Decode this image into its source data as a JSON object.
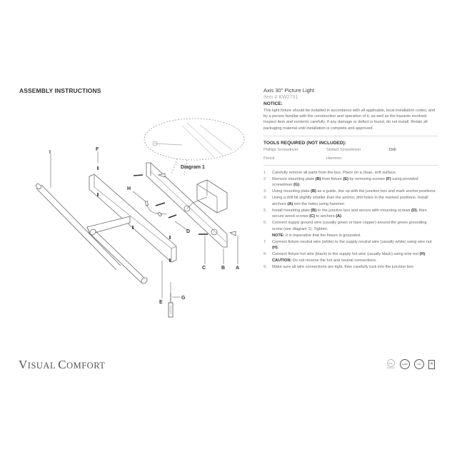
{
  "document": {
    "section_heading": "ASSEMBLY INSTRUCTIONS",
    "product_title": "Axis 30\" Picture Light",
    "item_number": "Item # KW2731",
    "brand_logo": "Visual Comfort",
    "brand_logo_first": "V",
    "brand_logo_first_rest": "ISUAL ",
    "brand_logo_second": "C",
    "brand_logo_second_rest": "OMFORT"
  },
  "notice": {
    "label": "NOTICE:",
    "body": "This light fixture should be installed in accordance with all applicable, local installation codes, and by a person familiar with the construction and operation of it, as well as the hazards involved. Inspect item and contents carefully. If any damage or defect is found, do not install. Retain all packaging material until installation is complete and approved."
  },
  "tools": {
    "heading": "TOOLS REQUIRED (NOT INCLUDED):",
    "items": [
      "Phillips Screwdriver",
      "Slotted Screwdriver",
      "Drill",
      "Pencil",
      "Hammer"
    ]
  },
  "steps": [
    {
      "num": "1.",
      "parts": [
        {
          "t": "Carefully remove all parts from the box. Place on a clean, soft surface."
        }
      ]
    },
    {
      "num": "2.",
      "parts": [
        {
          "t": "Remove mounting plate "
        },
        {
          "b": "(B)"
        },
        {
          "t": " from fixture "
        },
        {
          "b": "(E)"
        },
        {
          "t": " by removing screws "
        },
        {
          "b": "(F)"
        },
        {
          "t": " using provided screwdriver "
        },
        {
          "b": "(G)"
        },
        {
          "t": "."
        }
      ]
    },
    {
      "num": "3.",
      "parts": [
        {
          "t": "Using mounting plate "
        },
        {
          "b": "(B)"
        },
        {
          "t": " as a guide, line up with the junction box and mark anchor positions."
        }
      ]
    },
    {
      "num": "4.",
      "parts": [
        {
          "t": "Using a drill bit slightly smaller than the anchor, drill holes in the marked positions. Install anchors "
        },
        {
          "b": "(A)"
        },
        {
          "t": " into the holes using hammer."
        }
      ]
    },
    {
      "num": "5.",
      "parts": [
        {
          "t": "Install mounting plate "
        },
        {
          "b": "(B)"
        },
        {
          "t": " to the junction box and secure with mounting screws "
        },
        {
          "b": "(D)"
        },
        {
          "t": ", then secure wood screws "
        },
        {
          "b": "(C)"
        },
        {
          "t": " to anchors "
        },
        {
          "b": "(A)"
        },
        {
          "t": "."
        }
      ]
    },
    {
      "num": "6.",
      "parts": [
        {
          "t": "Connect supply ground wire (usually green or bare copper) around the green grounding screw (see diagram 1). Tighten."
        }
      ],
      "note": {
        "label": "NOTE:",
        "text": " It is imperative that the fixture is grounded."
      }
    },
    {
      "num": "7.",
      "parts": [
        {
          "t": "Connect fixture neutral wire (white) to the supply neutral wire (usually white) using wire nut "
        },
        {
          "b": "(H)"
        },
        {
          "t": "."
        }
      ]
    },
    {
      "num": "8.",
      "parts": [
        {
          "t": "Connect fixture hot wire (black) to the supply hot wire (usually black) using wire nut "
        },
        {
          "b": "(H)"
        },
        {
          "t": "."
        }
      ],
      "note": {
        "label": "CAUTION:",
        "text": " Do not reverse the hot and neutral connections."
      }
    },
    {
      "num": "9.",
      "parts": [
        {
          "t": "Make sure all wire connections are tight, then carefully tuck into the junction box."
        }
      ]
    }
  ],
  "diagram": {
    "callout_label": "Diagram 1",
    "part_labels": {
      "A": "A",
      "B": "B",
      "C": "C",
      "D": "D",
      "E": "E",
      "F": "F",
      "G": "G",
      "H": "H",
      "I": "I"
    }
  },
  "certifications": {
    "etl": {
      "icon": "etl-listed-icon",
      "text": "ETL",
      "sub": "INTERTEK"
    },
    "damp": {
      "icon": "damp-rated-icon",
      "text": "DAMP"
    },
    "led": {
      "icon": "led-icon",
      "text": "LED"
    },
    "title24": {
      "icon": "title-24-icon",
      "text": "4"
    }
  },
  "colors": {
    "heading": "#333333",
    "body_text": "#666666",
    "muted_text": "#aaaaaa",
    "line_art": "#555555",
    "divider": "#dddddd"
  }
}
